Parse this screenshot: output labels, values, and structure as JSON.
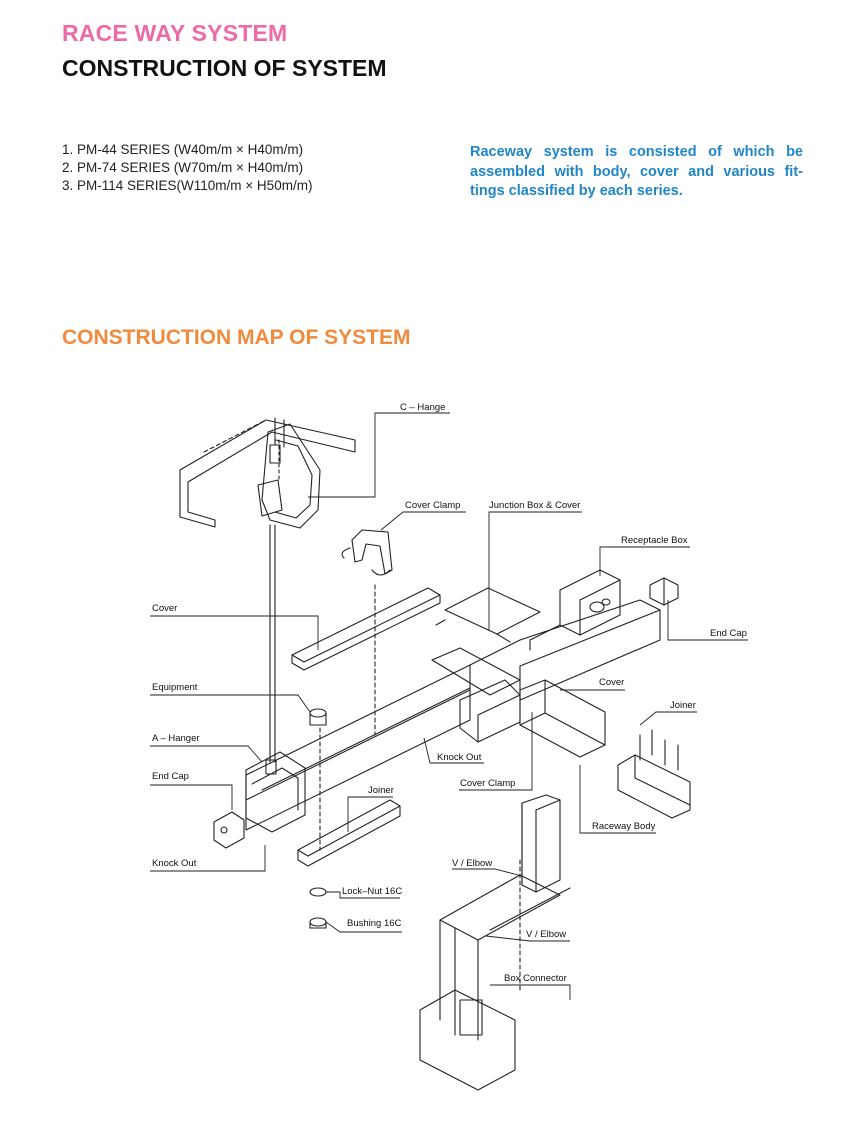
{
  "header": {
    "title": "RACE WAY SYSTEM",
    "subtitle": "CONSTRUCTION OF SYSTEM"
  },
  "series": [
    "1. PM-44 SERIES (W40m/m × H40m/m)",
    "2. PM-74 SERIES (W70m/m × H40m/m)",
    "3. PM-114 SERIES(W110m/m × H50m/m)"
  ],
  "description": "Raceway system is consisted of which be assembled with body, cover and various fit-tings classified by each series.",
  "map_title": "CONSTRUCTION MAP OF SYSTEM",
  "labels": {
    "c_hanger": "C – Hange",
    "cover_clamp_top": "Cover Clamp",
    "junction_box": "Junction Box & Cover",
    "receptacle_box": "Receptacle Box",
    "cover_left": "Cover",
    "end_cap_right": "End Cap",
    "equipment": "Equipment",
    "cover_right": "Cover",
    "joiner_right": "Joiner",
    "a_hanger": "A – Hanger",
    "knock_out_mid": "Knock Out",
    "end_cap_left": "End Cap",
    "cover_clamp_mid": "Cover Clamp",
    "joiner_left": "Joiner",
    "raceway_body": "Raceway Body",
    "knock_out_left": "Knock Out",
    "v_elbow_1": "V / Elbow",
    "lock_nut": "Lock–Nut 16C",
    "v_elbow_2": "V / Elbow",
    "bushing": "Bushing 16C",
    "box_connector": "Box Connector"
  },
  "colors": {
    "pink": "#ee6aa7",
    "orange": "#f08a3c",
    "blue": "#1f86c8",
    "line": "#222222"
  }
}
